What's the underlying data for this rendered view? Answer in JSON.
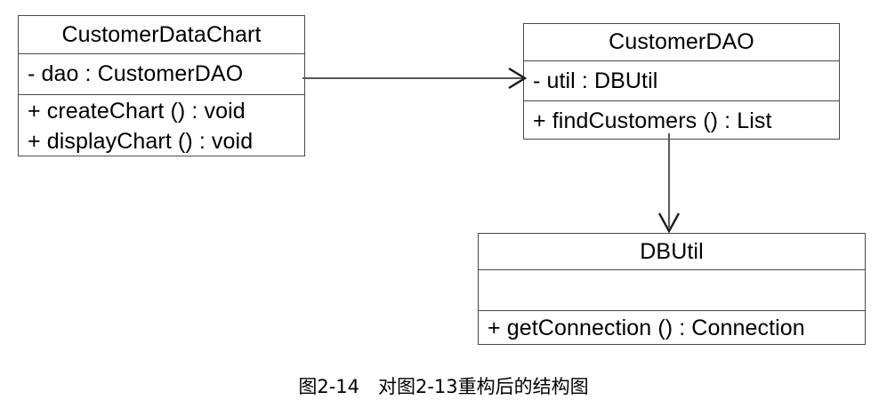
{
  "figure": {
    "caption": "图2-14　对图2-13重构后的结构图",
    "background_color": "#ffffff",
    "line_color": "#4a4a4a",
    "connector_color": "#595959",
    "text_color": "#000000"
  },
  "classes": [
    {
      "id": "CustomerDataChart",
      "name": "CustomerDataChart",
      "attributes": [
        "- dao  : CustomerDAO"
      ],
      "operations": [
        "+ createChart ()   : void",
        "+ displayChart ()  : void"
      ]
    },
    {
      "id": "CustomerDAO",
      "name": "CustomerDAO",
      "attributes": [
        "- util  : DBUtil"
      ],
      "operations": [
        "+ findCustomers ()  : List"
      ]
    },
    {
      "id": "DBUtil",
      "name": "DBUtil",
      "attributes": [
        ""
      ],
      "operations": [
        "+ getConnection ()  : Connection"
      ]
    }
  ],
  "connectors": [
    {
      "id": "chart-to-dao",
      "from": "CustomerDataChart",
      "to": "CustomerDAO",
      "style": "open-arrow",
      "direction": "horizontal-right"
    },
    {
      "id": "dao-to-dbutil",
      "from": "CustomerDAO",
      "to": "DBUtil",
      "style": "open-arrow",
      "direction": "vertical-down"
    }
  ]
}
